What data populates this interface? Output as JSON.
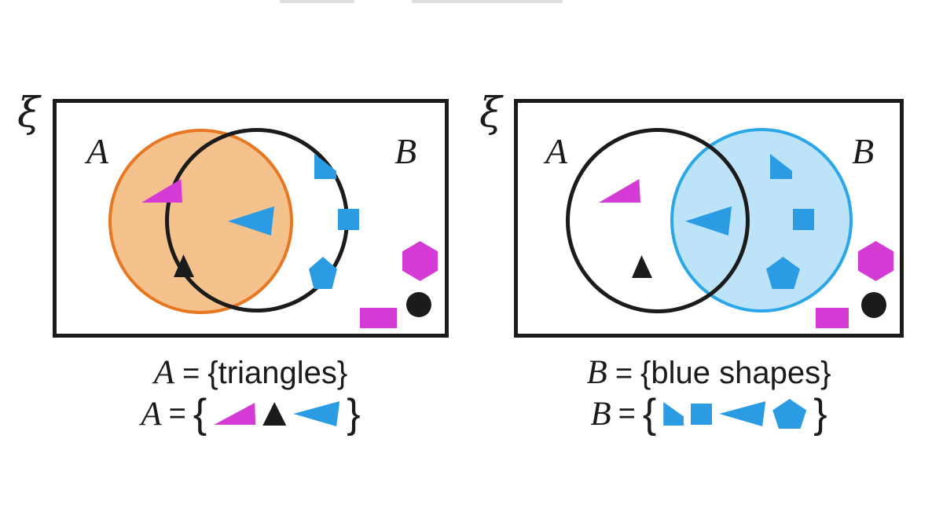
{
  "colors": {
    "ink": "#1b1b1b",
    "magenta": "#d43bd4",
    "shape_blue": "#2b9ce3",
    "orange_fill": "#f5c18c",
    "orange_stroke": "#e87722",
    "blue_fill": "#bde3f8",
    "blue_stroke": "#29a7e8",
    "frame_bg": "#ffffff",
    "artifact_gray": "#d5d5d5"
  },
  "left_panel": {
    "universal_set_symbol": "ξ",
    "set_a_label": "A",
    "set_b_label": "B",
    "shaded_set": "A",
    "regions": {
      "a_only": [
        "magenta-right-triangle",
        "black-triangle"
      ],
      "intersection": [
        "blue-left-triangle"
      ],
      "b_only": [
        "blue-quadrilateral",
        "blue-square",
        "blue-pentagon"
      ],
      "outside": [
        "magenta-hexagon",
        "black-circle",
        "magenta-rectangle"
      ]
    },
    "caption": {
      "definition": {
        "set": "A",
        "equals": "=",
        "value": "{triangles}"
      },
      "roster": {
        "set": "A",
        "equals": "=",
        "open_brace": "{",
        "close_brace": "}",
        "members": [
          "magenta-right-triangle",
          "black-triangle",
          "blue-left-triangle"
        ]
      }
    }
  },
  "right_panel": {
    "universal_set_symbol": "ξ",
    "set_a_label": "A",
    "set_b_label": "B",
    "shaded_set": "B",
    "regions": {
      "a_only": [
        "magenta-right-triangle",
        "black-triangle"
      ],
      "intersection": [
        "blue-left-triangle"
      ],
      "b_only": [
        "blue-quadrilateral",
        "blue-square",
        "blue-pentagon"
      ],
      "outside": [
        "magenta-hexagon",
        "black-circle",
        "magenta-rectangle"
      ]
    },
    "caption": {
      "definition": {
        "set": "B",
        "equals": "=",
        "value": "{blue shapes}"
      },
      "roster": {
        "set": "B",
        "equals": "=",
        "open_brace": "{",
        "close_brace": "}",
        "members": [
          "blue-quadrilateral",
          "blue-square",
          "blue-left-triangle",
          "blue-pentagon"
        ]
      }
    }
  }
}
